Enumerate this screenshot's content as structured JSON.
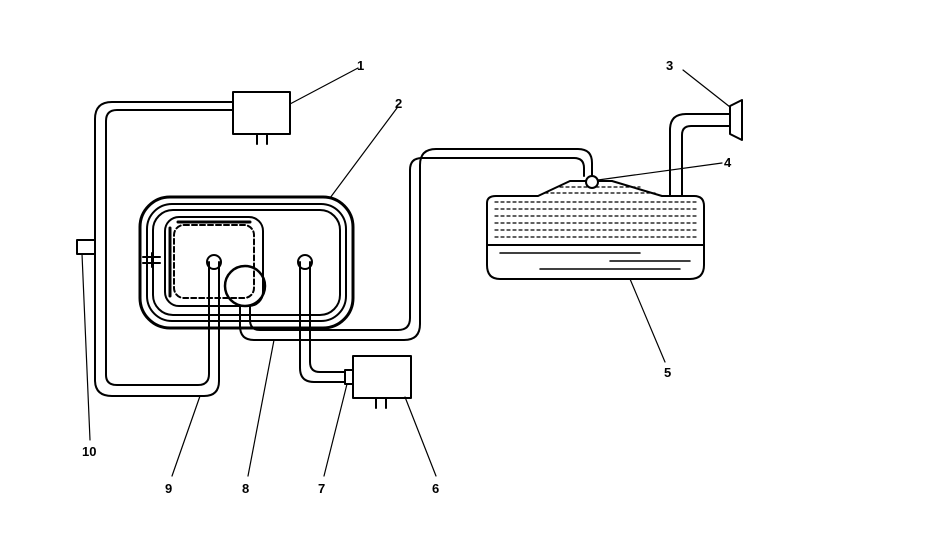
{
  "diagram": {
    "colors": {
      "line": "#000000",
      "background": "#ffffff"
    },
    "callouts": [
      {
        "id": "1",
        "text": "1"
      },
      {
        "id": "2",
        "text": "2"
      },
      {
        "id": "3",
        "text": "3"
      },
      {
        "id": "4",
        "text": "4"
      },
      {
        "id": "5",
        "text": "5"
      },
      {
        "id": "6",
        "text": "6"
      },
      {
        "id": "7",
        "text": "7"
      },
      {
        "id": "8",
        "text": "8"
      },
      {
        "id": "9",
        "text": "9"
      },
      {
        "id": "10",
        "text": "10"
      }
    ]
  }
}
